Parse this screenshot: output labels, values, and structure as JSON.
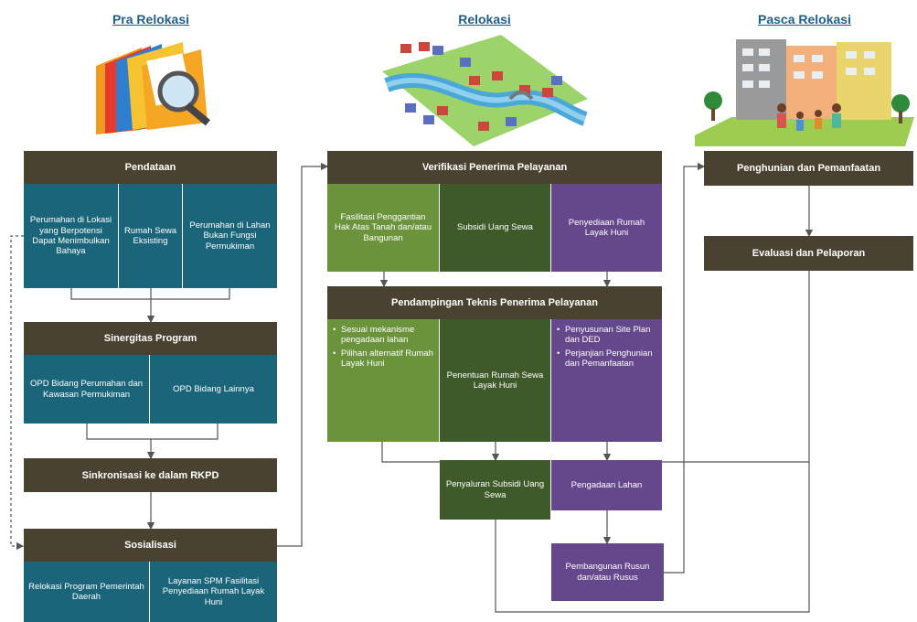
{
  "phases": {
    "pra": "Pra Relokasi",
    "relokasi": "Relokasi",
    "pasca": "Pasca Relokasi"
  },
  "pra": {
    "pendataan": "Pendataan",
    "pendataan_items": [
      "Perumahan di Lokasi yang Berpotensi Dapat Menimbulkan Bahaya",
      "Rumah Sewa Eksisting",
      "Perumahan di Lahan Bukan Fungsi Permukiman"
    ],
    "sinergitas": "Sinergitas Program",
    "sinergitas_items": [
      "OPD Bidang Perumahan dan Kawasan Permukiman",
      "OPD Bidang Lainnya"
    ],
    "sinkronisasi": "Sinkronisasi ke dalam RKPD",
    "sosialisasi": "Sosialisasi",
    "sosialisasi_items": [
      "Relokasi Program Pemerintah Daerah",
      "Layanan SPM Fasilitasi Penyediaan Rumah Layak Huni"
    ]
  },
  "relokasi": {
    "verifikasi": "Verifikasi Penerima Pelayanan",
    "verifikasi_items": [
      "Fasilitasi Penggantian Hak Atas Tanah dan/atau Bangunan",
      "Subsidi Uang Sewa",
      "Penyediaan Rumah Layak Huni"
    ],
    "pendampingan": "Pendampingan Teknis Penerima Pelayanan",
    "pend_left": [
      "Sesuai mekanisme pengadaan lahan",
      "Pilihan alternatif Rumah Layak Huni"
    ],
    "pend_mid": "Penentuan Rumah Sewa Layak Huni",
    "pend_right": [
      "Penyusunan Site Plan dan DED",
      "Perjanjian Penghunian dan Pemanfaatan"
    ],
    "penyaluran": "Penyaluran Subsidi Uang Sewa",
    "pengadaan": "Pengadaan Lahan",
    "pembangunan": "Pembangunan Rusun dan/atau Rusus"
  },
  "pasca": {
    "penghunian": "Penghunian dan Pemanfaatan",
    "evaluasi": "Evaluasi dan Pelaporan"
  },
  "colors": {
    "header": "#4a4230",
    "teal": "#1a6579",
    "light_green": "#6b933c",
    "dark_green": "#3d5a28",
    "purple": "#65478c",
    "title": "#1f5f8b"
  },
  "icons": [
    "folders-magnifier-icon",
    "river-village-icon",
    "apartment-buildings-icon"
  ]
}
